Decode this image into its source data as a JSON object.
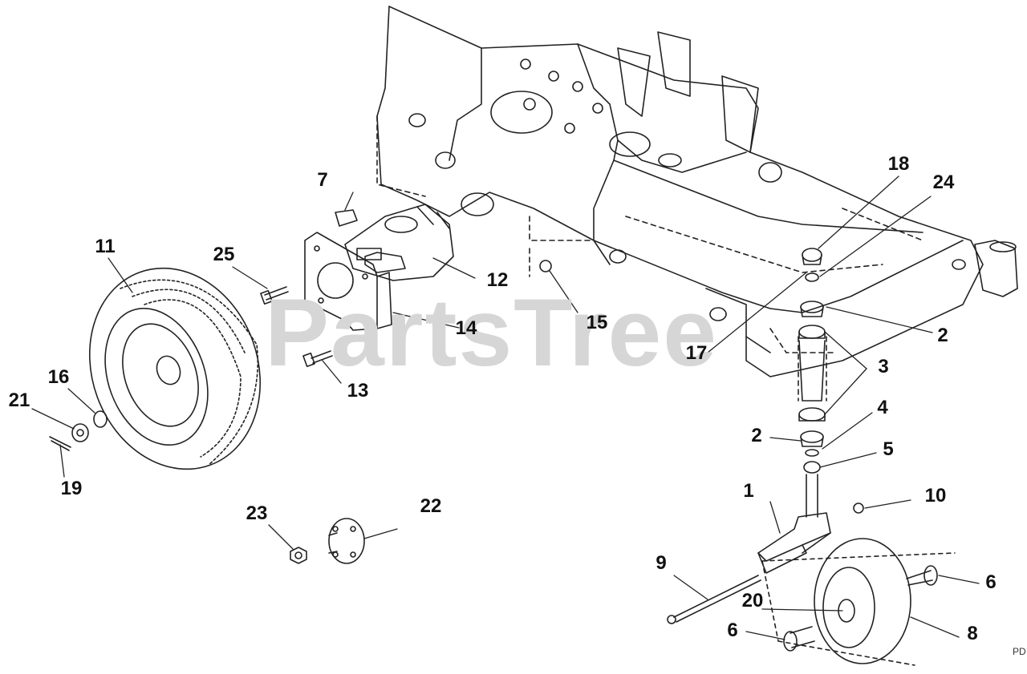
{
  "watermark": "PartsTree",
  "corner_code": "PD",
  "callouts": [
    {
      "id": "p1",
      "label": "1"
    },
    {
      "id": "p2a",
      "label": "2"
    },
    {
      "id": "p2b",
      "label": "2"
    },
    {
      "id": "p3",
      "label": "3"
    },
    {
      "id": "p4",
      "label": "4"
    },
    {
      "id": "p5",
      "label": "5"
    },
    {
      "id": "p6a",
      "label": "6"
    },
    {
      "id": "p6b",
      "label": "6"
    },
    {
      "id": "p7",
      "label": "7"
    },
    {
      "id": "p8",
      "label": "8"
    },
    {
      "id": "p9",
      "label": "9"
    },
    {
      "id": "p10",
      "label": "10"
    },
    {
      "id": "p11",
      "label": "11"
    },
    {
      "id": "p12",
      "label": "12"
    },
    {
      "id": "p13",
      "label": "13"
    },
    {
      "id": "p14",
      "label": "14"
    },
    {
      "id": "p15",
      "label": "15"
    },
    {
      "id": "p16",
      "label": "16"
    },
    {
      "id": "p17",
      "label": "17"
    },
    {
      "id": "p18",
      "label": "18"
    },
    {
      "id": "p19",
      "label": "19"
    },
    {
      "id": "p20",
      "label": "20"
    },
    {
      "id": "p21",
      "label": "21"
    },
    {
      "id": "p22",
      "label": "22"
    },
    {
      "id": "p23",
      "label": "23"
    },
    {
      "id": "p24",
      "label": "24"
    },
    {
      "id": "p25",
      "label": "25"
    }
  ]
}
